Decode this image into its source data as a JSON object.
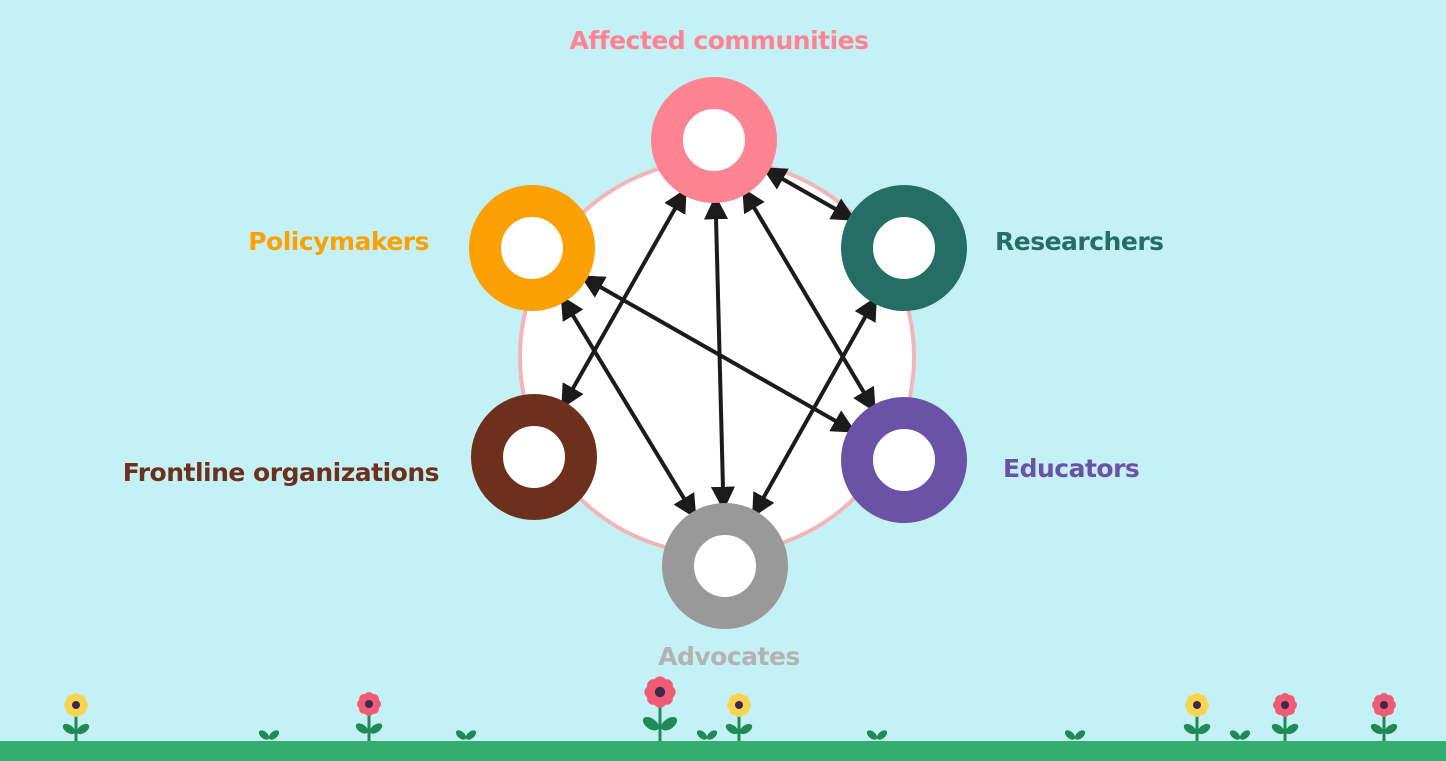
{
  "diagram": {
    "nodes": [
      {
        "id": "affected",
        "label": "Affected communities",
        "color": "#fe8493"
      },
      {
        "id": "researchers",
        "label": "Researchers",
        "color": "#246e66"
      },
      {
        "id": "educators",
        "label": "Educators",
        "color": "#6a52a6"
      },
      {
        "id": "advocates",
        "label": "Advocates",
        "color": "#999999"
      },
      {
        "id": "frontline",
        "label": "Frontline organizations",
        "color": "#6c301c"
      },
      {
        "id": "policymakers",
        "label": "Policymakers",
        "color": "#fca104"
      }
    ],
    "edges": [
      {
        "from": "affected",
        "to": "researchers",
        "bidirectional": true
      },
      {
        "from": "affected",
        "to": "frontline",
        "bidirectional": true
      },
      {
        "from": "affected",
        "to": "advocates",
        "bidirectional": true
      },
      {
        "from": "affected",
        "to": "educators",
        "bidirectional": true
      },
      {
        "from": "policymakers",
        "to": "advocates",
        "bidirectional": true
      },
      {
        "from": "policymakers",
        "to": "educators",
        "bidirectional": true
      },
      {
        "from": "researchers",
        "to": "advocates",
        "bidirectional": true
      }
    ],
    "hub_ring_color": "#f4b5b8",
    "arrow_color": "#1b1b1b",
    "background_color": "#c4f1f5",
    "ground_color": "#34ad6f"
  },
  "decorations": {
    "flower_colors": {
      "yellow": "#fbd44f",
      "pink": "#f05b75",
      "center": "#3a2a4f",
      "leaf": "#1f8a55"
    }
  }
}
